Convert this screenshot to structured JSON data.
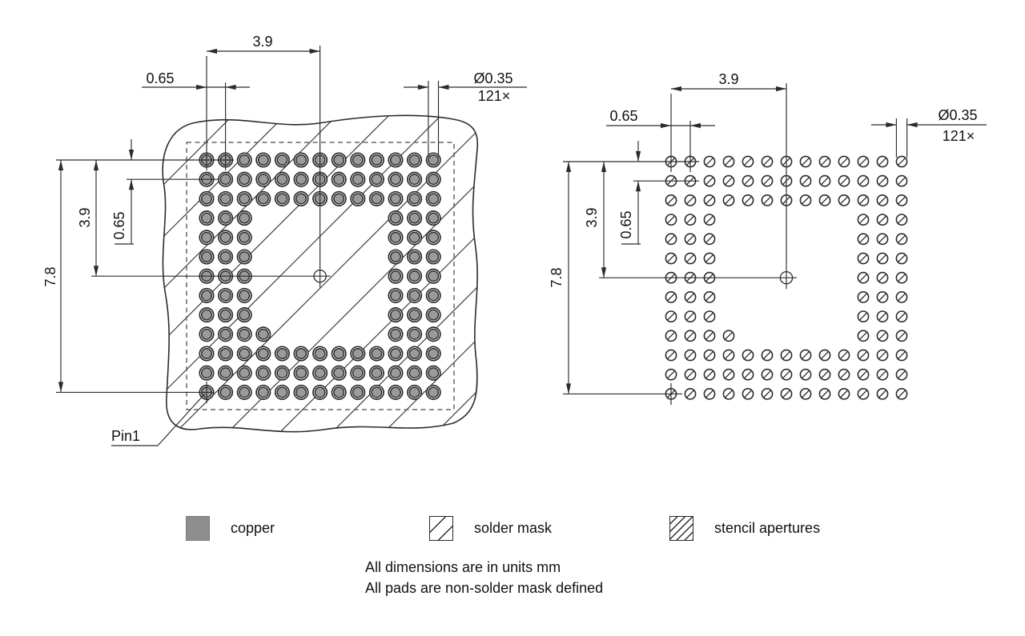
{
  "figures": {
    "left": {
      "view": "copper and solder mask land pattern",
      "dims": {
        "span_h": "3.9",
        "pitch_h": "0.65",
        "pad_dia": "Ø0.35",
        "pad_count": "121×",
        "height": "7.8",
        "span_v": "3.9",
        "pitch_v": "0.65"
      },
      "pin1_label": "Pin1"
    },
    "right": {
      "view": "stencil apertures",
      "dims": {
        "span_h": "3.9",
        "pitch_h": "0.65",
        "pad_dia": "Ø0.35",
        "pad_count": "121×",
        "height": "7.8",
        "span_v": "3.9",
        "pitch_v": "0.65"
      }
    }
  },
  "pad_grid": {
    "rows": 13,
    "cols": 13,
    "total_pads": 121,
    "pattern": [
      "1111111111111",
      "1111111111111",
      "1111111111111",
      "1110000000111",
      "1110000000111",
      "1110000000111",
      "1110000000111",
      "1110000000111",
      "1110000000111",
      "1111000000111",
      "1111111111111",
      "1111111111111",
      "1111111111111"
    ]
  },
  "legend": [
    {
      "id": "copper",
      "label": "copper"
    },
    {
      "id": "solder-mask",
      "label": "solder mask"
    },
    {
      "id": "stencil-apertures",
      "label": "stencil apertures"
    }
  ],
  "notes": [
    "All dimensions are in units mm",
    "All pads are non-solder mask defined"
  ],
  "colors": {
    "copper": "#9a9a9a",
    "legend_copper": "#8e8e8e",
    "line": "#2b2b2b"
  }
}
